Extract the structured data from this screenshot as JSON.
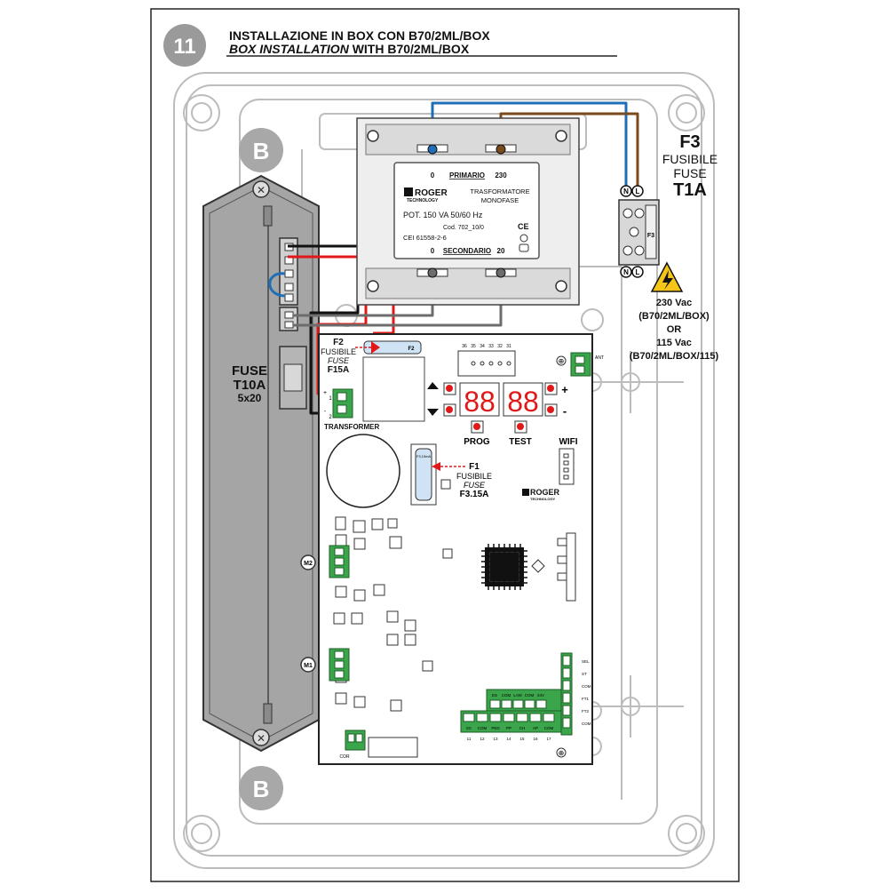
{
  "header": {
    "step_number": "11",
    "title_it": "INSTALLAZIONE IN BOX CON B70/2ML/BOX",
    "title_en_italic": "BOX INSTALLATION",
    "title_en_rest": " WITH B70/2ML/BOX"
  },
  "markers": {
    "top": "B",
    "bottom": "B"
  },
  "transformer": {
    "primary_0": "0",
    "primary_label": "PRIMARIO",
    "primary_230": "230",
    "brand": "ROGER",
    "brand_sub": "TECHNOLOGY",
    "type_line1": "TRASFORMATORE",
    "type_line2": "MONOFASE",
    "power": "POT. 150 VA 50/60 Hz",
    "code": "Cod. 702_10/0",
    "ce": "CE",
    "norm": "CEI 61558-2-6",
    "secondary_0": "0",
    "secondary_label": "SECONDARIO",
    "secondary_20": "20"
  },
  "f3": {
    "name": "F3",
    "fusibile": "FUSIBILE",
    "fuse": "FUSE",
    "rating": "T1A",
    "n": "N",
    "l": "L",
    "tag": "F3"
  },
  "supply": {
    "line1": "230 Vac",
    "line2": "(B70/2ML/BOX)",
    "line3": "OR",
    "line4": "115 Vac",
    "line5": "(B70/2ML/BOX/115)"
  },
  "battery_fuse": {
    "line1": "FUSE",
    "line2": "T10A",
    "line3": "5x20"
  },
  "f2": {
    "name": "F2",
    "fusibile": "FUSIBILE",
    "fuse": "FUSE",
    "rating": "F15A",
    "tag": "F2"
  },
  "f1": {
    "name": "F1",
    "fusibile": "FUSIBILE",
    "fuse": "FUSE",
    "rating": "F3.15A",
    "tag": "F3,15mA"
  },
  "board": {
    "transformer_label": "TRANSFORMER",
    "pin_plus": "+",
    "pin_minus": "-",
    "pin_1": "1",
    "pin_2": "2",
    "display_digits": [
      "88",
      "88"
    ],
    "prog": "PROG",
    "test": "TEST",
    "wifi": "WIFI",
    "plus": "+",
    "minus": "-",
    "ant": "ANT",
    "brand": "ROGER",
    "brand_sub": "TECHNOLOGY",
    "m1": "M1",
    "m2": "M2",
    "cor": "COR",
    "top_numbers": [
      "36",
      "35",
      "34",
      "33",
      "32",
      "31"
    ],
    "right_codes": [
      "SEL",
      "ST",
      "COM",
      "FT1",
      "FT2",
      "COM"
    ],
    "mid_codes": [
      "ES",
      "COM",
      "LAM",
      "COM",
      "24V"
    ],
    "bottom_codes": [
      "SC",
      "COM",
      "PED",
      "PP",
      "CH",
      "AP",
      "COM"
    ],
    "bottom_numbers": [
      "11",
      "12",
      "13",
      "14",
      "15",
      "16",
      "17"
    ]
  },
  "colors": {
    "blue_wire": "#1f6fb8",
    "brown_wire": "#7a4a1c",
    "red_wire": "#e01818",
    "black_wire": "#111111",
    "gray_wire": "#6c6c6c",
    "terminal_green": "#3aa54a",
    "warning_yellow": "#f5c518"
  }
}
